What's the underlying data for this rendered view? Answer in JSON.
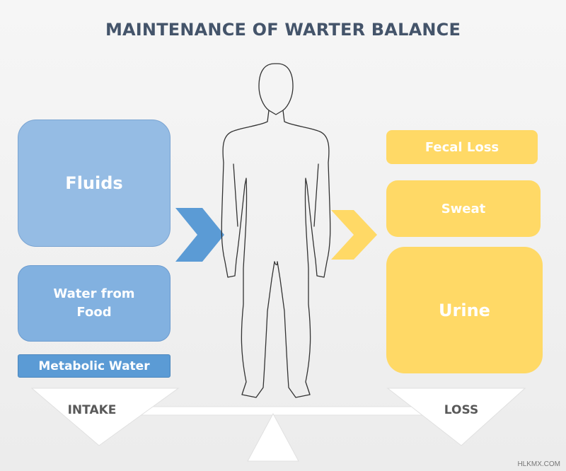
{
  "title": "MAINTENANCE OF WARTER BALANCE",
  "intake": {
    "label": "INTAKE",
    "items": [
      "Fluids",
      "Water from Food",
      "Metabolic Water"
    ]
  },
  "loss": {
    "label": "LOSS",
    "items": [
      "Fecal Loss",
      "Sweat",
      "Urine"
    ]
  },
  "watermark": "HLKMX.COM",
  "colors": {
    "intake_blue_light": "#95bce4",
    "intake_blue_mid": "#82b1e0",
    "intake_blue_dark": "#5b9bd5",
    "loss_yellow": "#ffd966",
    "title": "#44546a"
  }
}
